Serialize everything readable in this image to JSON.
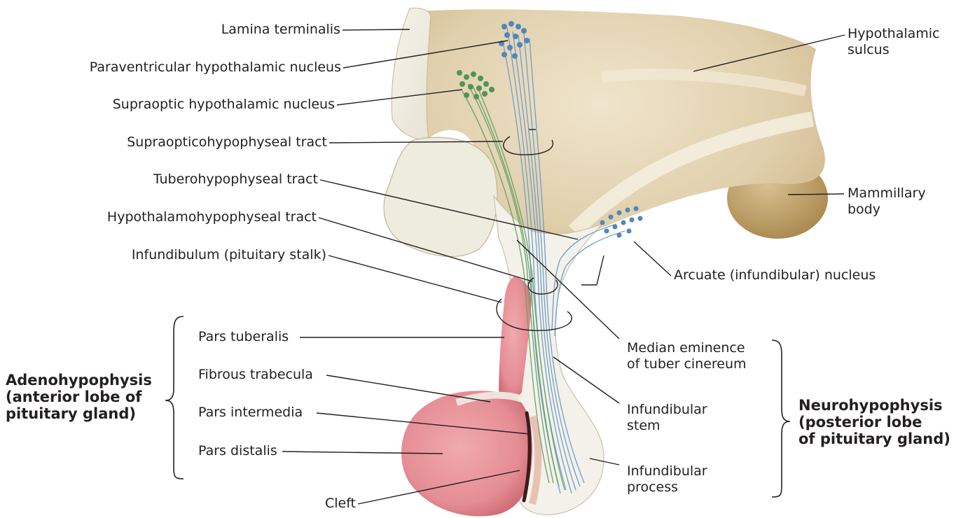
{
  "colors": {
    "brain_tan": "#e3d3b3",
    "brain_shadow": "#b89a6b",
    "cut_surface": "#f1efe6",
    "adeno_pink": "#e8949a",
    "adeno_dark": "#c9636b",
    "neuro_cream": "#f3f1ea",
    "mammillary": "#b89a66",
    "fiber_blue": "#6f9ec9",
    "fiber_green": "#6aa26b",
    "line": "#231f20"
  },
  "labels": {
    "lamina_terminalis": "Lamina terminalis",
    "paraventricular": "Paraventricular hypothalamic nucleus",
    "supraoptic": "Supraoptic hypothalamic nucleus",
    "supraopticohypophyseal": "Supraopticohypophyseal tract",
    "tuberohypophyseal": "Tuberohypophyseal tract",
    "hypothalamohypophyseal": "Hypothalamohypophyseal tract",
    "infundibulum": "Infundibulum (pituitary stalk)",
    "hypothalamic_sulcus": [
      "Hypothalamic",
      "sulcus"
    ],
    "mammillary_body": [
      "Mammillary",
      "body"
    ],
    "arcuate": "Arcuate (infundibular) nucleus",
    "median_eminence": [
      "Median eminence",
      "of tuber cinereum"
    ],
    "infundibular_stem": [
      "Infundibular",
      "stem"
    ],
    "infundibular_process": [
      "Infundibular",
      "process"
    ],
    "pars_tuberalis": "Pars tuberalis",
    "fibrous_trabecula": "Fibrous trabecula",
    "pars_intermedia": "Pars intermedia",
    "pars_distalis": "Pars distalis",
    "cleft": "Cleft",
    "adenohypophysis": [
      "Adenohypophysis",
      "(anterior lobe of",
      "pituitary gland)"
    ],
    "neurohypophysis": [
      "Neurohypophysis",
      "(posterior lobe",
      "of pituitary gland)"
    ]
  }
}
